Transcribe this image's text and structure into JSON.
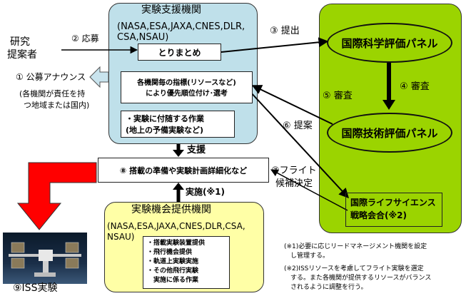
{
  "support_org": {
    "title": "実験支援機関",
    "members_line1": "(NASA,ESA,JAXA,CNES,DLR,",
    "members_line2": "CSA,NSAU)",
    "compile": "とりまとめ",
    "priority_line1": "各機関毎の指標(リソースなど)",
    "priority_line2": "により優先順位付け･選考",
    "ground_line1": "・実験に付随する作業",
    "ground_line2": "(地上の予備実験など)"
  },
  "researcher_line1": "研究",
  "researcher_line2": "提案者",
  "announce": "① 公募アナウンス",
  "announce_note_line1": "(各機関が責任を持",
  "announce_note_line2": "つ地域または国内)",
  "apply": "② 応募",
  "submit": "③ 提出",
  "review4": "④ 審査",
  "review5": "⑤ 審査",
  "propose6": "⑥ 提案",
  "flight_line1": "⑦フライト",
  "flight_line2": "候補決定",
  "panels": {
    "science": "国際科学評価パネル",
    "technical": "国際技術評価パネル",
    "strategy_line1": "国際ライフサイエンス",
    "strategy_line2": "戦略会合(※2)"
  },
  "support_label": "支援",
  "prep": "⑧ 搭載の準備や実験計画詳細化など",
  "implement": "実施(※1)",
  "provider_org": {
    "title": "実験機会提供機関",
    "members_line1": "(NASA,ESA,JAXA,CNES,DLR,CSA,",
    "members_line2": "NSAU)",
    "items": [
      "・搭載実験装置提供",
      "・飛行機会提供",
      "・軌道上実験実施",
      "・その他飛行実験",
      "実施に係る作業"
    ]
  },
  "iss": "⑨ISS実験",
  "notes": {
    "n1_line1": "(※1)必要に応じリードマネージメント機関を設定",
    "n1_line2": "し管理する。",
    "n2_line1": "(※2)ISSリソースを考慮してフライト実験を選定",
    "n2_line2": "する。また各機関が提供するリソースがバランス",
    "n2_line3": "されるように調整を行う。"
  }
}
